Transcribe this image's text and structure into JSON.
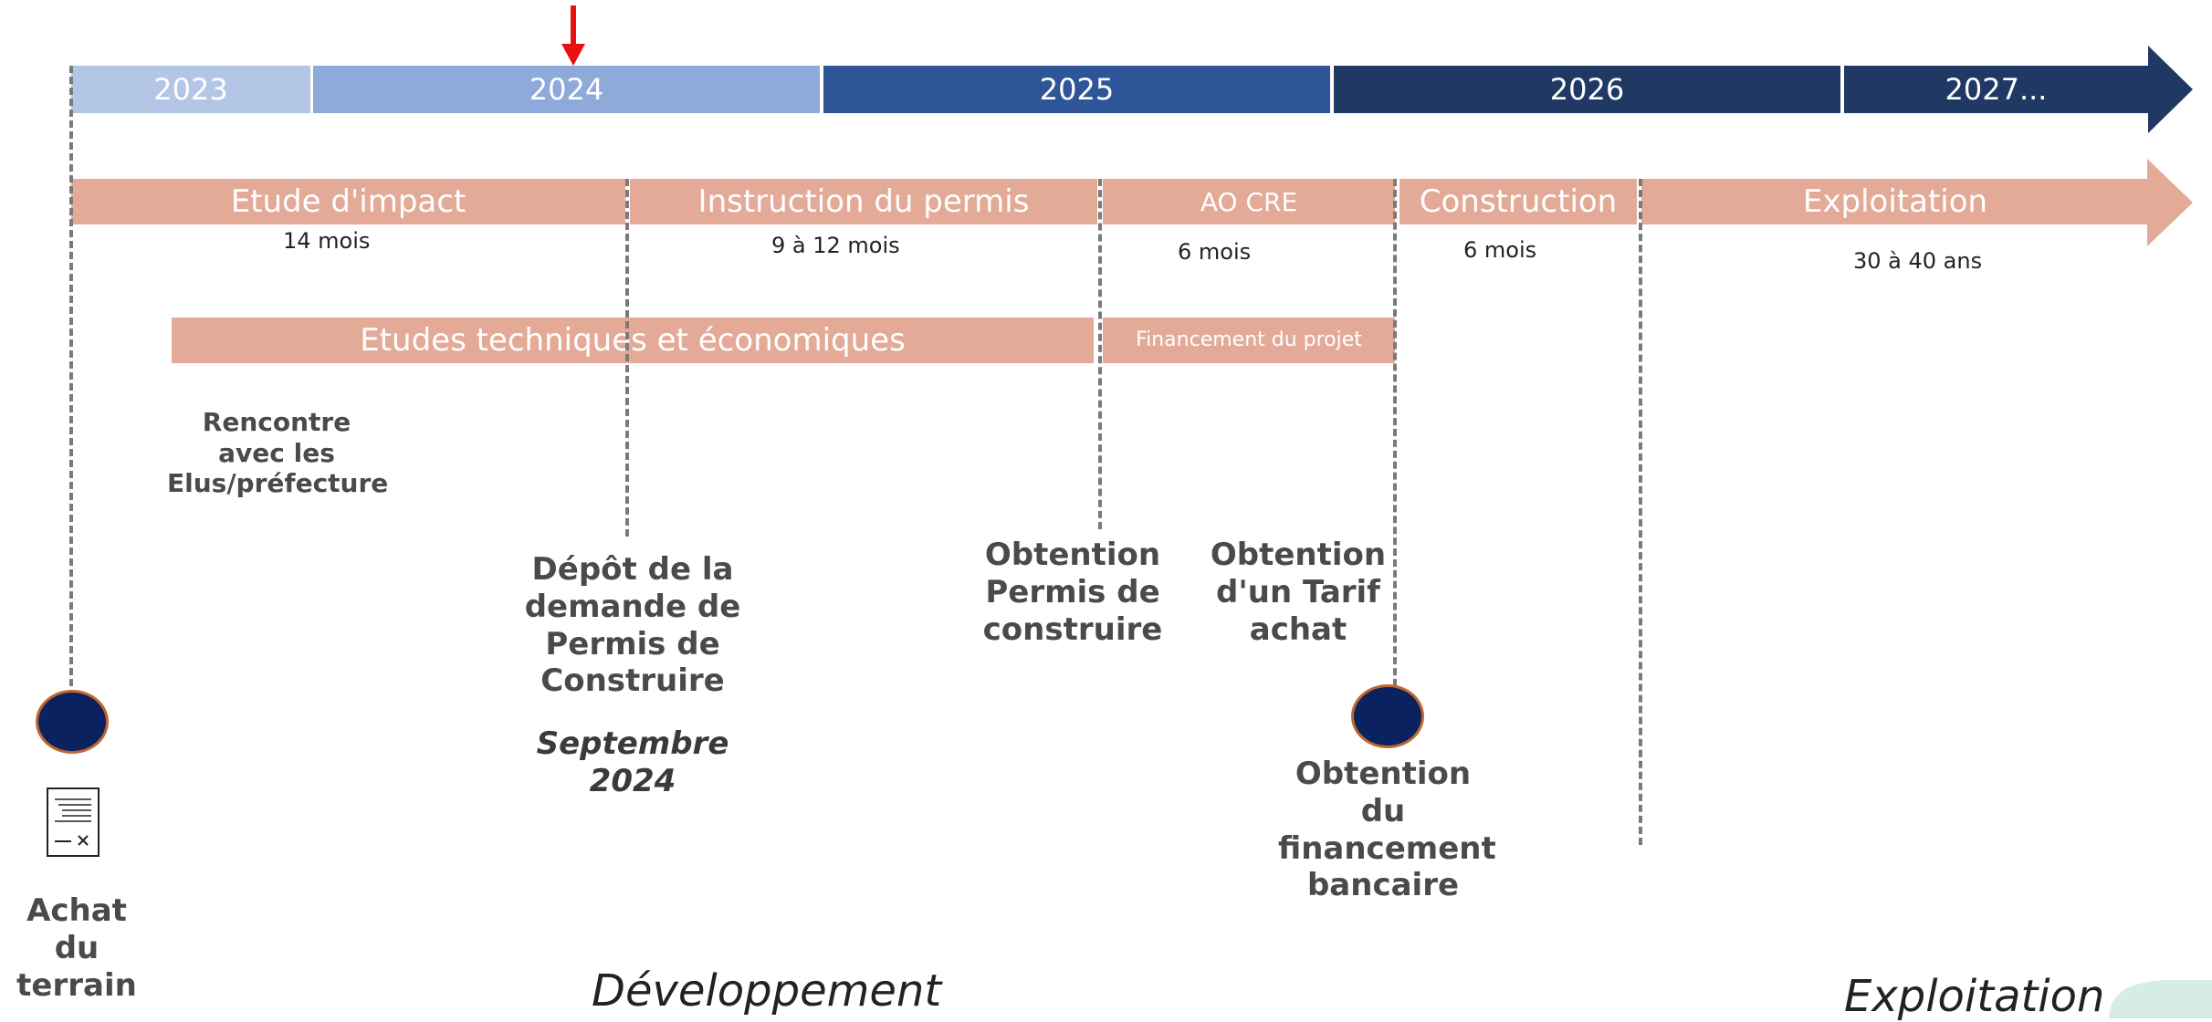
{
  "colors": {
    "year_2023": "#b3c6e6",
    "year_2024": "#8eaadb",
    "year_2025": "#2e5597",
    "year_2026": "#1f3864",
    "year_2027": "#1f3864",
    "phase": "#e3aa98",
    "milestone_dot": "#0b2260",
    "current_marker": "#e81010"
  },
  "timeline": {
    "years": [
      "2023",
      "2024",
      "2025",
      "2026",
      "2027..."
    ],
    "current_marker_icon": "down-arrow-icon"
  },
  "phases": {
    "etude_impact": {
      "label": "Etude d'impact",
      "duration": "14 mois"
    },
    "instruction": {
      "label": "Instruction du permis",
      "duration": "9 à 12 mois"
    },
    "ao_cre": {
      "label": "AO CRE",
      "duration": "6 mois"
    },
    "construction": {
      "label": "Construction",
      "duration": "6 mois"
    },
    "exploitation": {
      "label": "Exploitation",
      "duration": "30 à 40 ans"
    },
    "etudes_techniques": {
      "label": "Etudes techniques et économiques"
    },
    "financement": {
      "label": "Financement du projet"
    }
  },
  "milestones": {
    "rencontre": "Rencontre avec les Elus/préfecture",
    "depot": "Dépôt de la demande de Permis de Construire",
    "depot_date": "Septembre 2024",
    "obtention_permis": "Obtention Permis de construire",
    "obtention_tarif": "Obtention d'un Tarif achat",
    "obtention_financement": "Obtention du financement bancaire",
    "achat_terrain": "Achat du terrain",
    "achat_icon": "contract-document-icon"
  },
  "sections": {
    "developpement": "Développement",
    "exploitation": "Exploitation"
  }
}
